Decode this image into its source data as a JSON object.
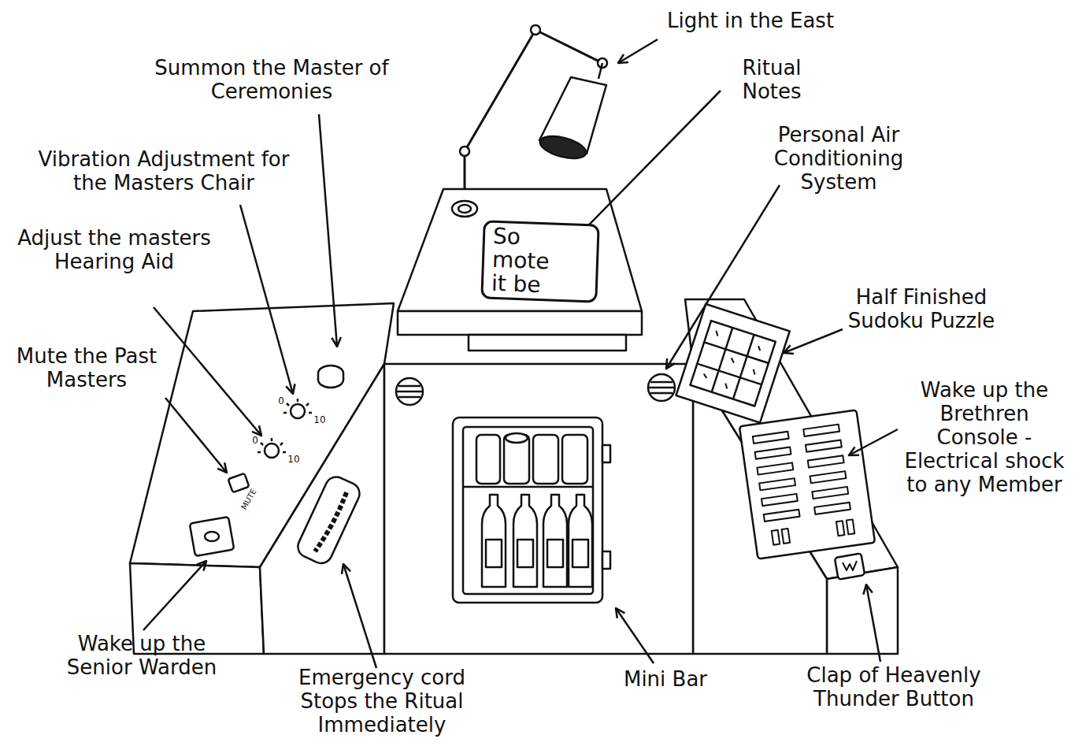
{
  "diagram": {
    "nodes": [
      {
        "text": [
          "So mote it be"
        ]
      }
    ],
    "labels": [
      "Light in the East",
      "Ritual Notes",
      "Summon the Master of Ceremonies",
      "Vibration Adjustment for the Masters Chair",
      "Personal Air Conditioning System",
      "Adjust the masters Hearing Aid",
      "Half Finished Sudoku Puzzle",
      "Mute the Past Masters",
      "Wake up the Brethren Console - Electrical shock to any Member",
      "Wake up the Senior Warden",
      "Emergency cord Stops the Ritual Immediately",
      "Mini Bar",
      "Clap of Heavenly Thunder Button",
      "0",
      "10",
      "0",
      "10",
      "MUTE"
    ]
  }
}
